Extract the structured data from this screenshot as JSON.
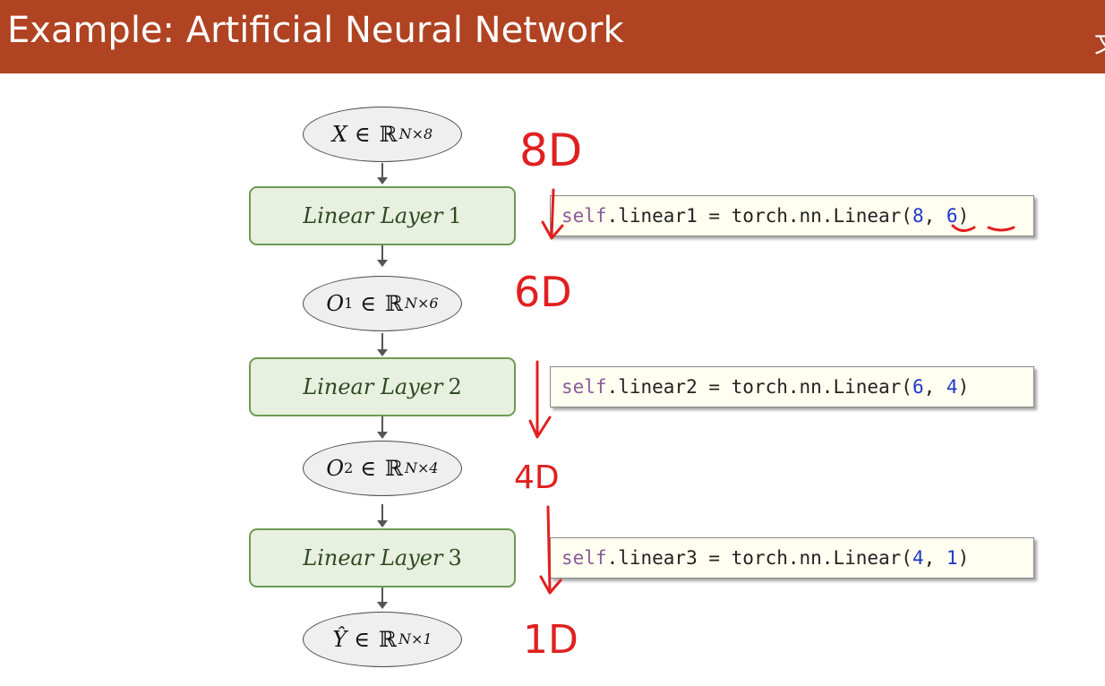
{
  "header": {
    "title": "Example: Artificial Neural Network",
    "corner_glyph": "文"
  },
  "nodes": {
    "input": {
      "var": "X",
      "set": "ℝ",
      "exp": "N×8"
    },
    "o1": {
      "var": "O",
      "sup": "1",
      "set": "ℝ",
      "exp": "N×6"
    },
    "o2": {
      "var": "O",
      "sup": "2",
      "set": "ℝ",
      "exp": "N×4"
    },
    "output": {
      "var": "Ŷ",
      "set": "ℝ",
      "exp": "N×1"
    },
    "in_symbol": "∈"
  },
  "layers": [
    {
      "name": "Linear Layer",
      "num": "1"
    },
    {
      "name": "Linear Layer",
      "num": "2"
    },
    {
      "name": "Linear Layer",
      "num": "3"
    }
  ],
  "code": [
    {
      "kw": "self",
      "rest": ".linear1 = torch.nn.Linear(",
      "a": "8",
      "sep": ", ",
      "b": "6",
      "end": ")"
    },
    {
      "kw": "self",
      "rest": ".linear2 = torch.nn.Linear(",
      "a": "6",
      "sep": ", ",
      "b": "4",
      "end": ")"
    },
    {
      "kw": "self",
      "rest": ".linear3 = torch.nn.Linear(",
      "a": "4",
      "sep": ", ",
      "b": "1",
      "end": ")"
    }
  ],
  "annotations": [
    "8D",
    "6D",
    "4D",
    "1D"
  ],
  "colors": {
    "header": "#b04322",
    "layer_fill": "#e8f0df",
    "layer_border": "#6d9a54",
    "ink": "#e02020",
    "code_number": "#1f37c9",
    "code_keyword": "#8b5a9a"
  }
}
